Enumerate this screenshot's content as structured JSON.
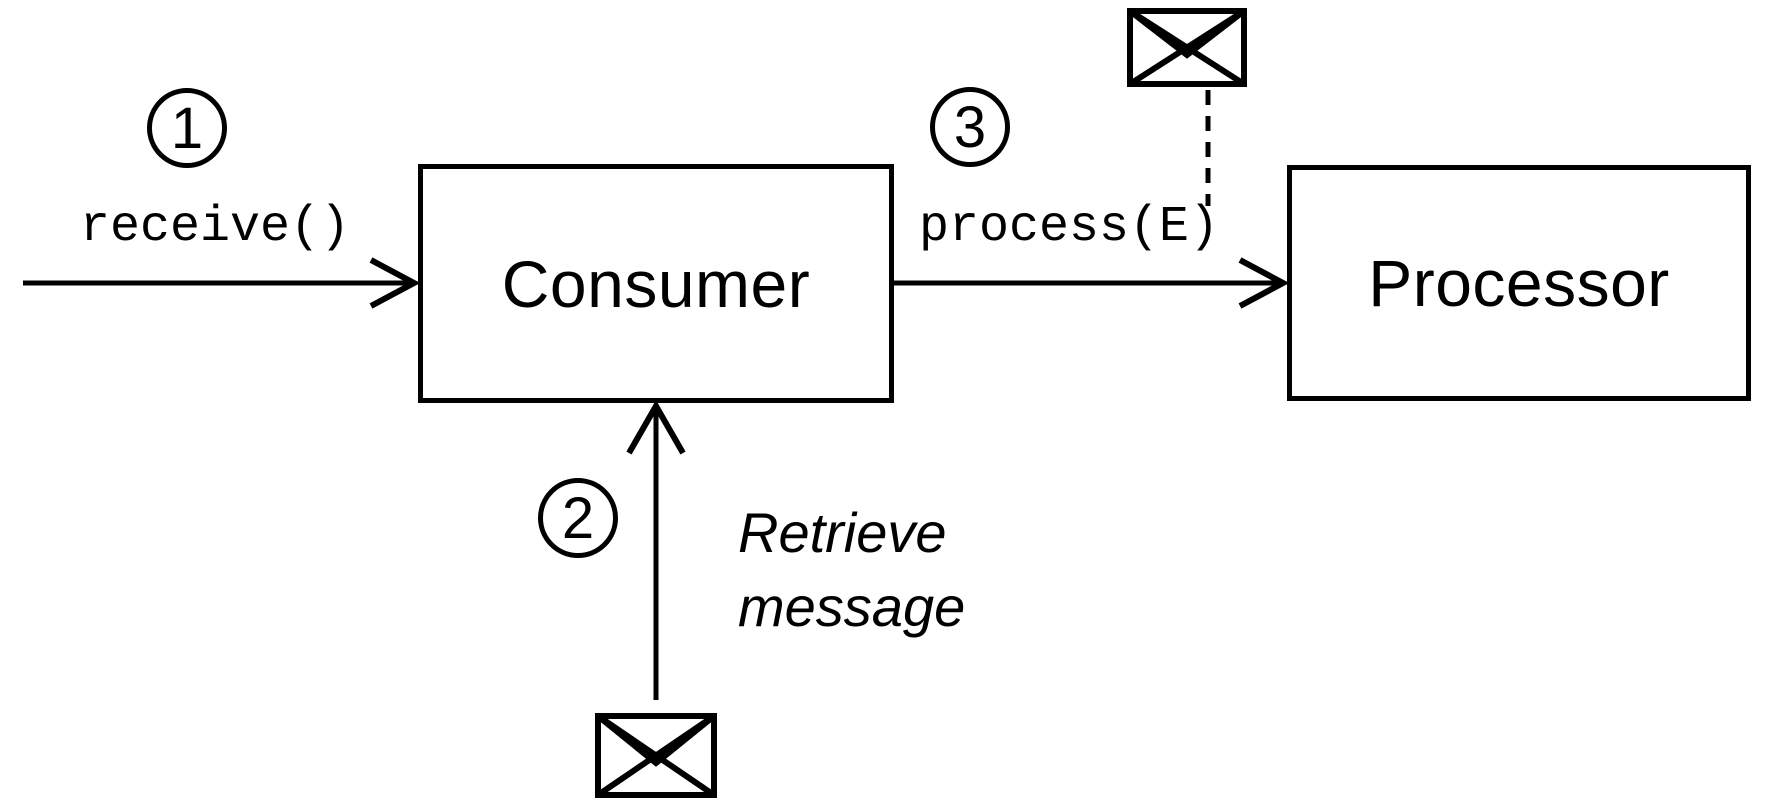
{
  "diagram": {
    "type": "message-flow-diagram",
    "background_color": "#ffffff",
    "line_color": "#000000",
    "nodes": {
      "consumer": {
        "label": "Consumer"
      },
      "processor": {
        "label": "Processor"
      }
    },
    "steps": {
      "step1": {
        "badge": "1",
        "label": "receive()"
      },
      "step2": {
        "badge": "2",
        "label_line1": "Retrieve",
        "label_line2": "message"
      },
      "step3": {
        "badge": "3",
        "label": "process(E)"
      }
    },
    "icons": {
      "top": "message-envelope-icon",
      "bottom": "message-envelope-icon"
    }
  }
}
